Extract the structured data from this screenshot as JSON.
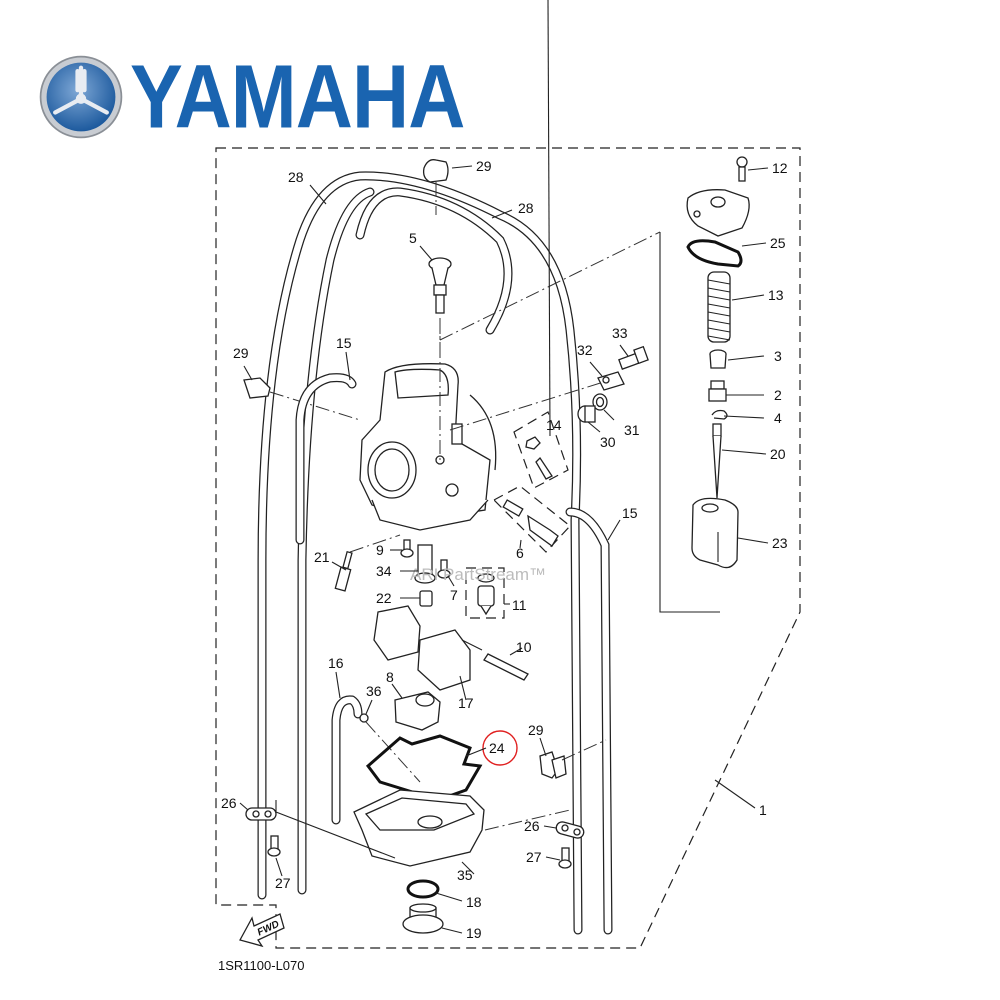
{
  "brand": {
    "name": "YAMAHA",
    "color": "#1a64b0",
    "emblem": "tuning-fork-emblem"
  },
  "diagram": {
    "code": "1SR1100-L070",
    "watermark": "ARI PartStream™",
    "fwd_label": "FWD",
    "highlight_color": "#e02020",
    "highlighted_callout": "24",
    "callouts": {
      "c28a": "28",
      "c28b": "28",
      "c29a": "29",
      "c5": "5",
      "c12": "12",
      "c25": "25",
      "c13": "13",
      "c3": "3",
      "c2": "2",
      "c4": "4",
      "c20": "20",
      "c23": "23",
      "c29b": "29",
      "c15a": "15",
      "c33": "33",
      "c32": "32",
      "c14": "14",
      "c31": "31",
      "c30": "30",
      "c15b": "15",
      "c6": "6",
      "c21": "21",
      "c9": "9",
      "c34": "34",
      "c7": "7",
      "c22": "22",
      "c11": "11",
      "c10": "10",
      "c16": "16",
      "c8": "8",
      "c36": "36",
      "c17": "17",
      "c24": "24",
      "c29c": "29",
      "c1": "1",
      "c26a": "26",
      "c26b": "26",
      "c27a": "27",
      "c27b": "27",
      "c35": "35",
      "c18": "18",
      "c19": "19"
    }
  }
}
